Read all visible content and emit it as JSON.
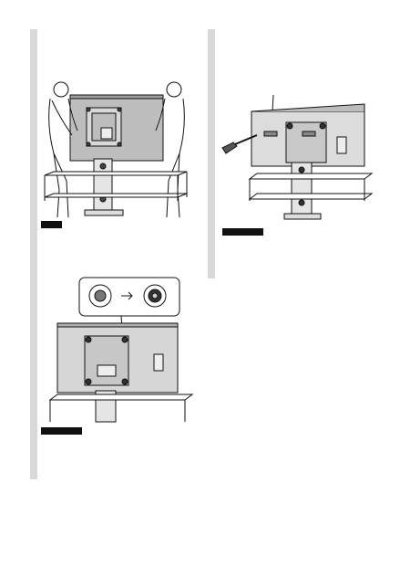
{
  "page": {
    "background": "#ffffff",
    "sidebar_color": "#d9d9d9",
    "ink_color": "#111111",
    "panel_color": "#b9b9b9"
  },
  "figures": [
    {
      "id": "step-lift-tv",
      "icon": "two-people-lifting-tv-illustration"
    },
    {
      "id": "step-screw-bracket",
      "icon": "screwdriver-bracket-illustration"
    },
    {
      "id": "step-bolt-holes",
      "icon": "bolt-hole-closeup-illustration"
    }
  ]
}
